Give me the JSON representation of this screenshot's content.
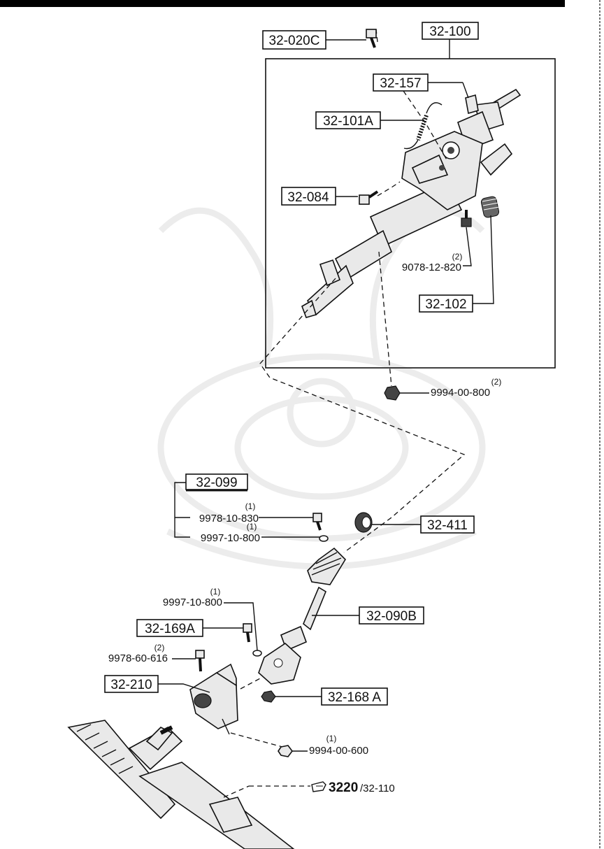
{
  "diagram": {
    "callouts": {
      "c_020c": "32-020C",
      "c_100": "32-100",
      "c_157": "32-157",
      "c_101a": "32-101A",
      "c_084": "32-084",
      "c_102": "32-102",
      "c_099": "32-099",
      "c_411": "32-411",
      "c_169a": "32-169A",
      "c_090b": "32-090B",
      "c_210": "32-210",
      "c_168a": "32-168 A"
    },
    "part_numbers": {
      "p_9078": {
        "number": "9078-12-820",
        "qty": "(2)"
      },
      "p_9994_800": {
        "number": "9994-00-800",
        "qty": "(2)"
      },
      "p_9978_830": {
        "number": "9978-10-830",
        "qty": "(1)"
      },
      "p_9997_800a": {
        "number": "9997-10-800",
        "qty": "(1)"
      },
      "p_9997_800b": {
        "number": "9997-10-800",
        "qty": "(1)"
      },
      "p_9978_616": {
        "number": "9978-60-616",
        "qty": "(2)"
      },
      "p_9994_600": {
        "number": "9994-00-600",
        "qty": "(1)"
      }
    },
    "reference": {
      "arrow_icon": "hand-pointer-icon",
      "main": "3220",
      "sub": "/32-110"
    }
  }
}
